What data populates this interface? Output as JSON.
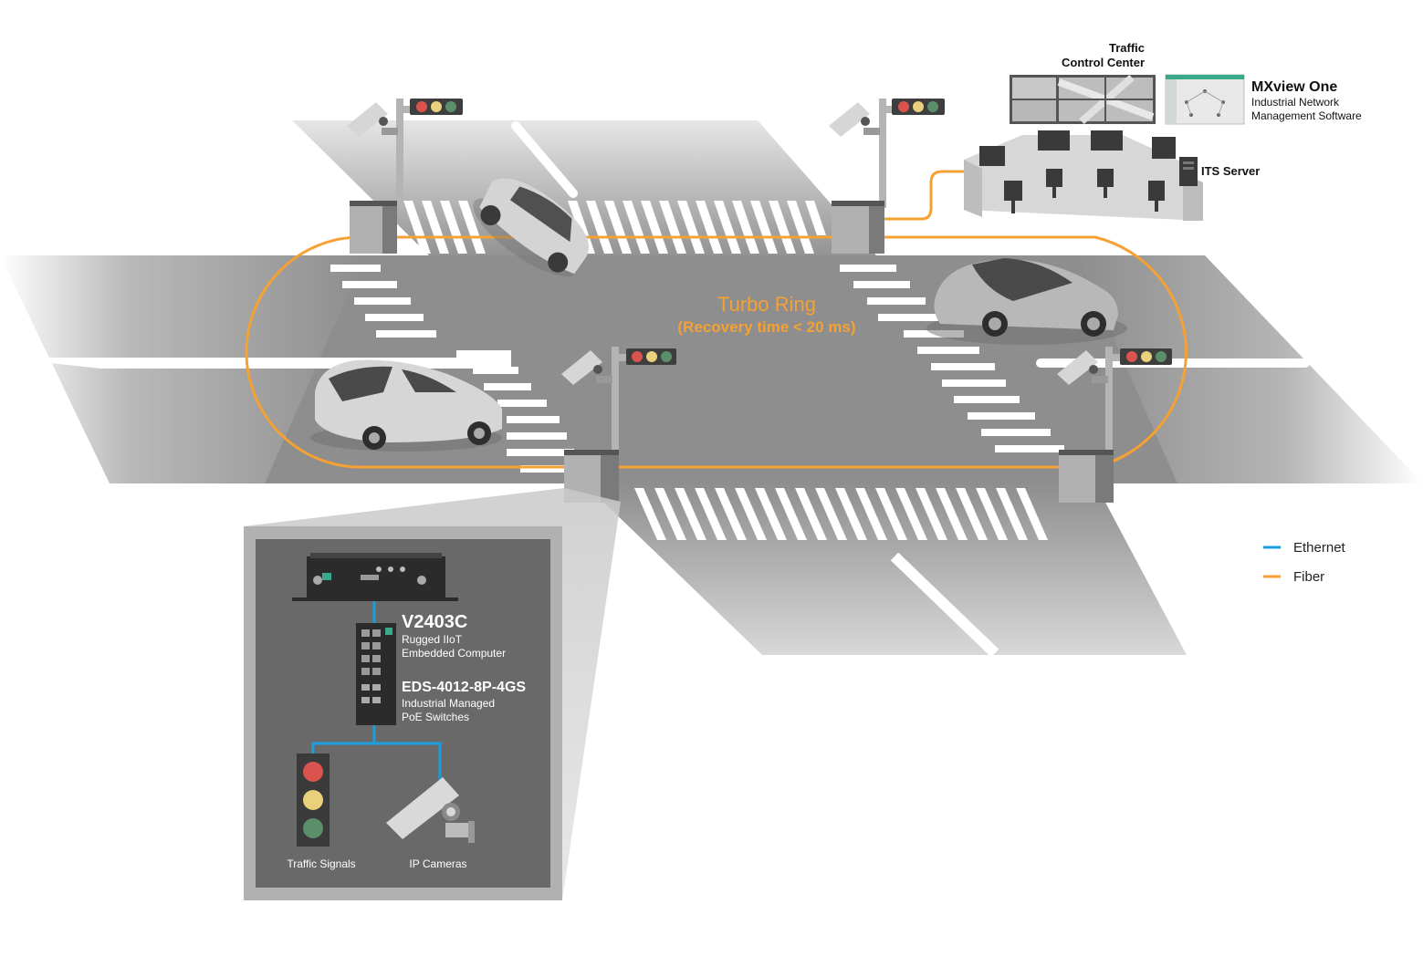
{
  "control_center": {
    "title_line1": "Traffic",
    "title_line2": "Control Center"
  },
  "mxview": {
    "title": "MXview One",
    "line1": "Industrial Network",
    "line2": "Management Software"
  },
  "its_server": "ITS Server",
  "turbo_ring": {
    "title": "Turbo Ring",
    "subtitle": "(Recovery time < 20 ms)"
  },
  "inset": {
    "computer_name": "V2403C",
    "computer_line1": "Rugged IIoT",
    "computer_line2": "Embedded Computer",
    "switch_name": "EDS-4012-8P-4GS",
    "switch_line1": "Industrial Managed",
    "switch_line2": "PoE Switches",
    "signals_label": "Traffic Signals",
    "cameras_label": "IP Cameras"
  },
  "legend": {
    "items": [
      {
        "label": "Ethernet",
        "color": "#1a9ee0"
      },
      {
        "label": "Fiber",
        "color": "#f5a133"
      }
    ]
  },
  "colors": {
    "fiber": "#f5a133",
    "ethernet": "#1a9ee0",
    "asphalt": "#8e8e8e",
    "signal_red": "#d9534f",
    "signal_yellow": "#e8d17a",
    "signal_green": "#5a8f6a"
  }
}
